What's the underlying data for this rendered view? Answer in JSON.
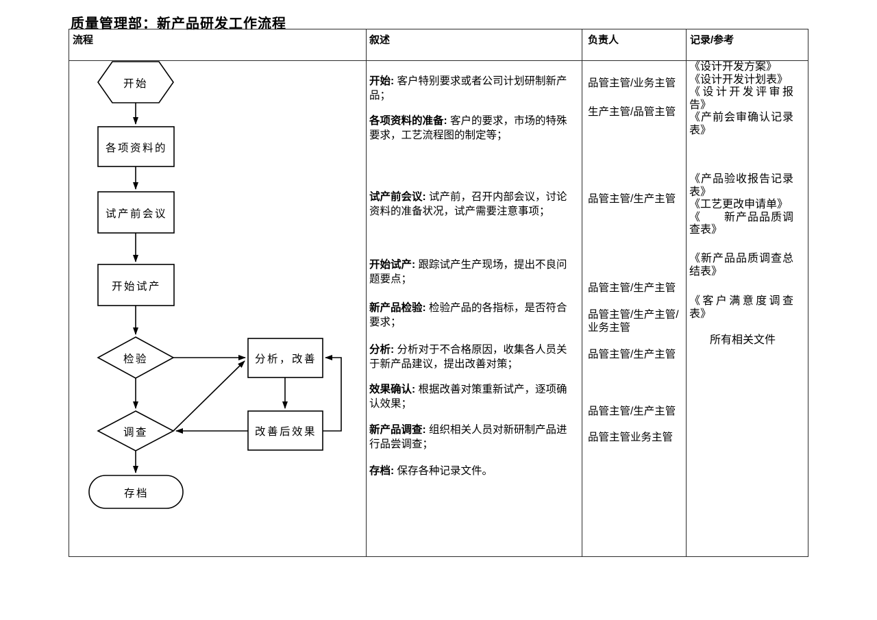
{
  "title": "质量管理部：新产品研发工作流程",
  "headers": {
    "process": "流程",
    "description": "叙述",
    "owner": "负责人",
    "records": "记录/参考"
  },
  "flow": {
    "start": "开始",
    "materials": "各项资料的",
    "pre_meeting": "试产前会议",
    "trial": "开始试产",
    "inspect": "检验",
    "survey": "调查",
    "archive": "存档",
    "analyze": "分析，改善",
    "effect": "改善后效果"
  },
  "descriptions": [
    {
      "label": "开始: ",
      "text": "客户特别要求或者公司计划研制新产品；"
    },
    {
      "label": "各项资料的准备: ",
      "text": "客户的要求，市场的特殊要求，工艺流程图的制定等；"
    },
    {
      "label": "试产前会议: ",
      "text": "试产前，召开内部会议，讨论资料的准备状况，试产需要注意事项；"
    },
    {
      "label": "开始试产: ",
      "text": "跟踪试产生产现场，提出不良问题要点；"
    },
    {
      "label": "新产品检验: ",
      "text": "检验产品的各指标，是否符合要求；"
    },
    {
      "label": "分析: ",
      "text": "分析对于不合格原因，收集各人员关于新产品建议，提出改善对策；"
    },
    {
      "label": "效果确认: ",
      "text": "根据改善对策重新试产，逐项确认效果；"
    },
    {
      "label": "新产品调查: ",
      "text": "组织相关人员对新研制产品进行品尝调查；"
    },
    {
      "label": "存档: ",
      "text": "保存各种记录文件。"
    }
  ],
  "owners": [
    "品管主管/业务主管",
    "生产主管/品管主管",
    "品管主管/生产主管",
    "品管主管/生产主管",
    "品管主管/生产主管/业务主管",
    "品管主管/生产主管",
    "品管主管/生产主管",
    "品管主管业务主管"
  ],
  "records": [
    {
      "items": [
        "《设计开发方案》",
        "《设计开发计划表》",
        "《设计开发评审报告》",
        "《产前会审确认记录表》"
      ]
    },
    {
      "items": [
        "《产品验收报告记录表》",
        "《工艺更改申请单》",
        "《　　新产品品质调查表》"
      ]
    },
    {
      "items": [
        "《新产品品质调查总结表》"
      ]
    },
    {
      "items": [
        "《客户满意度调查表》"
      ]
    },
    {
      "items": [
        "所有相关文件"
      ]
    }
  ]
}
